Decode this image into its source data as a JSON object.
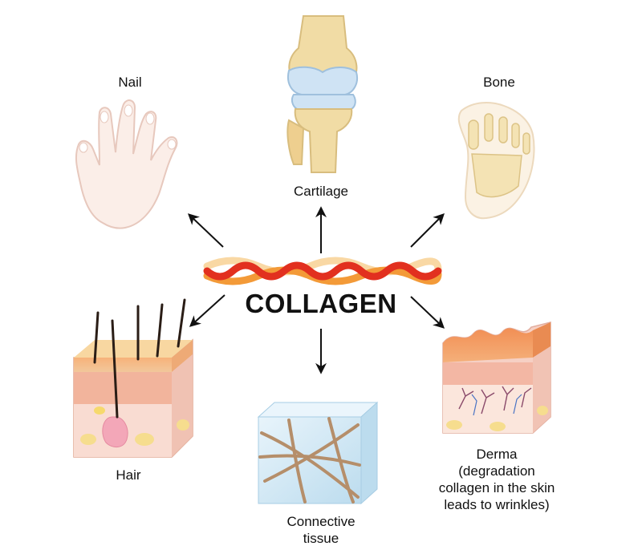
{
  "title": "COLLAGEN",
  "labels": {
    "nail": "Nail",
    "cartilage": "Cartilage",
    "bone": "Bone",
    "hair": "Hair",
    "connective_line1": "Connective",
    "connective_line2": "tissue",
    "derma_line1": "Derma",
    "derma_line2": "(degradation",
    "derma_line3": "collagen in the skin",
    "derma_line4": "leads to wrinkles)"
  },
  "colors": {
    "skin": "#f6d9d0",
    "skin_outline": "#e3b8ad",
    "hair_dark": "#2a1d16",
    "strand_red": "#e2301f",
    "strand_orange": "#f39a38",
    "strand_cream": "#f9d8a4",
    "cartilage_blue": "#cfe3f4",
    "bone_tan": "#e9d39a",
    "tissue_blue": "#d8ecf7",
    "fiber_brown": "#b58e6a"
  }
}
